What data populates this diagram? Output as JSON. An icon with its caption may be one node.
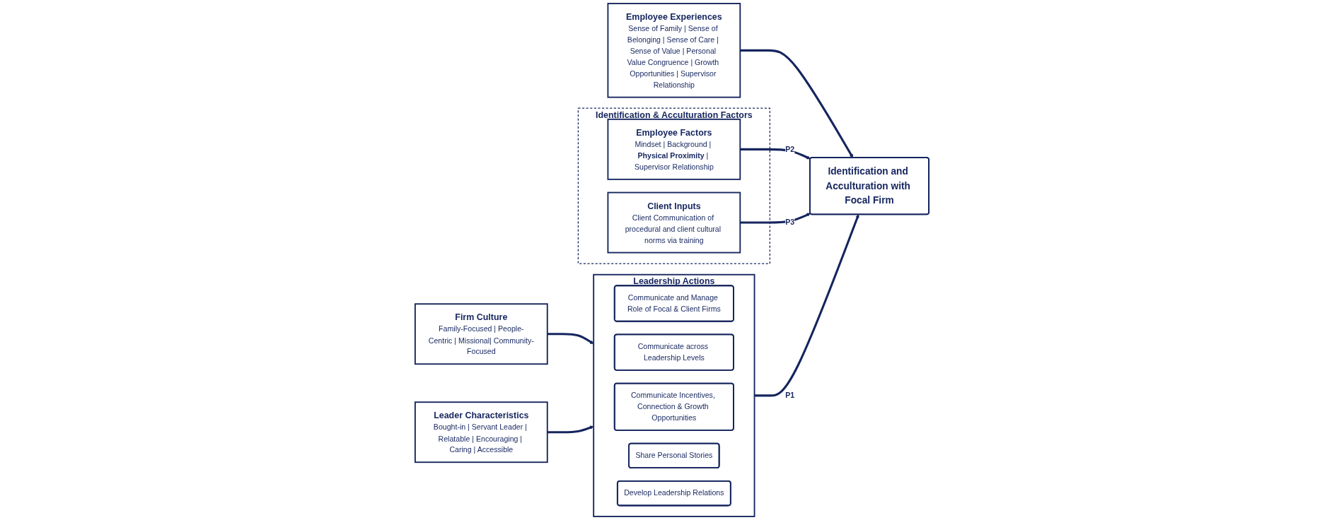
{
  "diagram": {
    "nodes": [
      {
        "text": [
          "Firm Culture",
          "Family-Focused | People-Centric | Missional| Community-Focused"
        ]
      },
      {
        "text": [
          "Leader Characteristics",
          "Bought-in | Servant Leader | Relatable | Encouraging | Caring | Accessible"
        ]
      },
      {
        "text": [
          "Leadership Actions"
        ]
      },
      {
        "text": [
          "Communicate and Manage Role of Focal & Client Firms"
        ],
        "in": 2
      },
      {
        "text": [
          "Communicate across Leadership Levels"
        ],
        "in": 2
      },
      {
        "text": [
          "Communicate Incentives, Connection & Growth Opportunities"
        ],
        "in": 2
      },
      {
        "text": [
          "Share Personal Stories"
        ],
        "in": 2
      },
      {
        "text": [
          "Develop Leadership Relations"
        ],
        "in": 2
      },
      {
        "text": [
          "Employee Experiences",
          "Sense of Family | Sense of Belonging | Sense of Care | Sense of Value | Personal Value Congruence | Growth Opportunities | Supervisor Relationship"
        ]
      },
      {
        "text": [
          "Identification and Acculturation with Focal Firm"
        ]
      },
      {
        "text": [
          "Identification & Acculturation Factors"
        ]
      },
      {
        "text": [
          "Employee Factors",
          "Mindset | Background | **Physical Proximity** | Supervisor Relationship"
        ],
        "in": 10
      },
      {
        "text": [
          "Client Inputs",
          "Client Communication of procedural and client cultural norms via training"
        ],
        "in": 10
      }
    ],
    "edges": [
      {
        "from": 0,
        "to": 2,
        "arrow": "to"
      },
      {
        "from": 1,
        "to": 2,
        "arrow": "to"
      },
      {
        "from": 2,
        "to": 9,
        "arrow": "to",
        "label": "P1"
      },
      {
        "from": 8,
        "to": 9,
        "arrow": "to"
      },
      {
        "from": 11,
        "to": 9,
        "arrow": "to",
        "label": "P2"
      },
      {
        "from": 12,
        "to": 9,
        "arrow": "to",
        "label": "P3"
      }
    ]
  }
}
